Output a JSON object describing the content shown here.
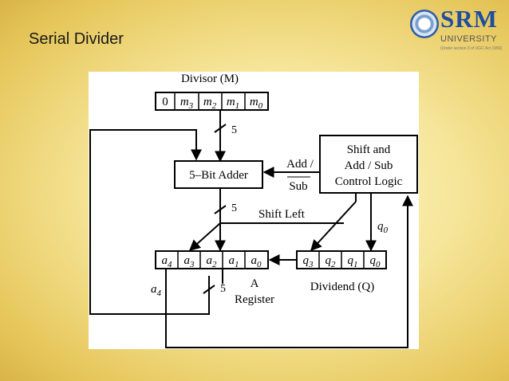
{
  "slide": {
    "title": "Serial Divider"
  },
  "logo": {
    "name": "SRM",
    "subtitle": "UNIVERSITY",
    "tagline": "(Under section 3 of UGC Act 1956)"
  },
  "diagram": {
    "divisor_label": "Divisor (M)",
    "divisor_bits": [
      {
        "base": "0",
        "sub": ""
      },
      {
        "base": "m",
        "sub": "3"
      },
      {
        "base": "m",
        "sub": "2"
      },
      {
        "base": "m",
        "sub": "1"
      },
      {
        "base": "m",
        "sub": "0"
      }
    ],
    "bus_width": "5",
    "adder_label": "5–Bit Adder",
    "control_label_lines": [
      "Shift and",
      "Add / Sub",
      "Control Logic"
    ],
    "add_label": "Add /",
    "sub_label": "Sub",
    "shift_left_label": "Shift Left",
    "q0_label": {
      "base": "q",
      "sub": "0"
    },
    "a_register_bits": [
      {
        "base": "a",
        "sub": "4"
      },
      {
        "base": "a",
        "sub": "3"
      },
      {
        "base": "a",
        "sub": "2"
      },
      {
        "base": "a",
        "sub": "1"
      },
      {
        "base": "a",
        "sub": "0"
      }
    ],
    "q_register_bits": [
      {
        "base": "q",
        "sub": "3"
      },
      {
        "base": "q",
        "sub": "2"
      },
      {
        "base": "q",
        "sub": "1"
      },
      {
        "base": "q",
        "sub": "0"
      }
    ],
    "a4_label": {
      "base": "a",
      "sub": "4"
    },
    "a_register_label_lines": [
      "A",
      "Register"
    ],
    "dividend_label": "Dividend (Q)"
  }
}
